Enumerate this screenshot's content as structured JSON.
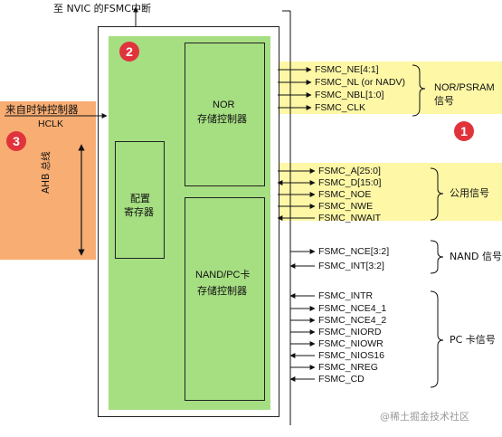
{
  "top_label": "至 NVIC 的FSMC中断",
  "left_panel": {
    "source_label": "来自时钟控制器",
    "clock_label": "HCLK",
    "bus_label": "AHB 总线",
    "badge": "3"
  },
  "controller": {
    "badge": "2",
    "config_label_1": "配置",
    "config_label_2": "寄存器",
    "nor_label_1": "NOR",
    "nor_label_2": "存储控制器",
    "nand_label_1": "NAND/PC卡",
    "nand_label_2": "存储控制器"
  },
  "groups": {
    "nor": {
      "label_1": "NOR/PSRAM",
      "label_2": "信号",
      "badge": "1",
      "signals": [
        "FSMC_NE[4:1]",
        "FSMC_NL (or NADV)",
        "FSMC_NBL[1:0]",
        "FSMC_CLK"
      ]
    },
    "common": {
      "label": "公用信号",
      "signals": [
        "FSMC_A[25:0]",
        "FSMC_D[15:0]",
        "FSMC_NOE",
        "FSMC_NWE",
        "FSMC_NWAIT"
      ]
    },
    "nand": {
      "label": "NAND 信号",
      "signals": [
        "FSMC_NCE[3:2]",
        "FSMC_INT[3:2]"
      ]
    },
    "pc": {
      "label": "PC 卡信号",
      "signals": [
        "FSMC_INTR",
        "FSMC_NCE4_1",
        "FSMC_NCE4_2",
        "FSMC_NIORD",
        "FSMC_NIOWR",
        "FSMC_NIOS16",
        "FSMC_NREG",
        "FSMC_CD"
      ]
    }
  },
  "watermark": "@稀土掘金技术社区",
  "colors": {
    "green_fill": "#a6de82",
    "orange_fill": "#f8ad73",
    "yellow_fill": "#fdf7a6",
    "badge_red": "#e0333c"
  }
}
